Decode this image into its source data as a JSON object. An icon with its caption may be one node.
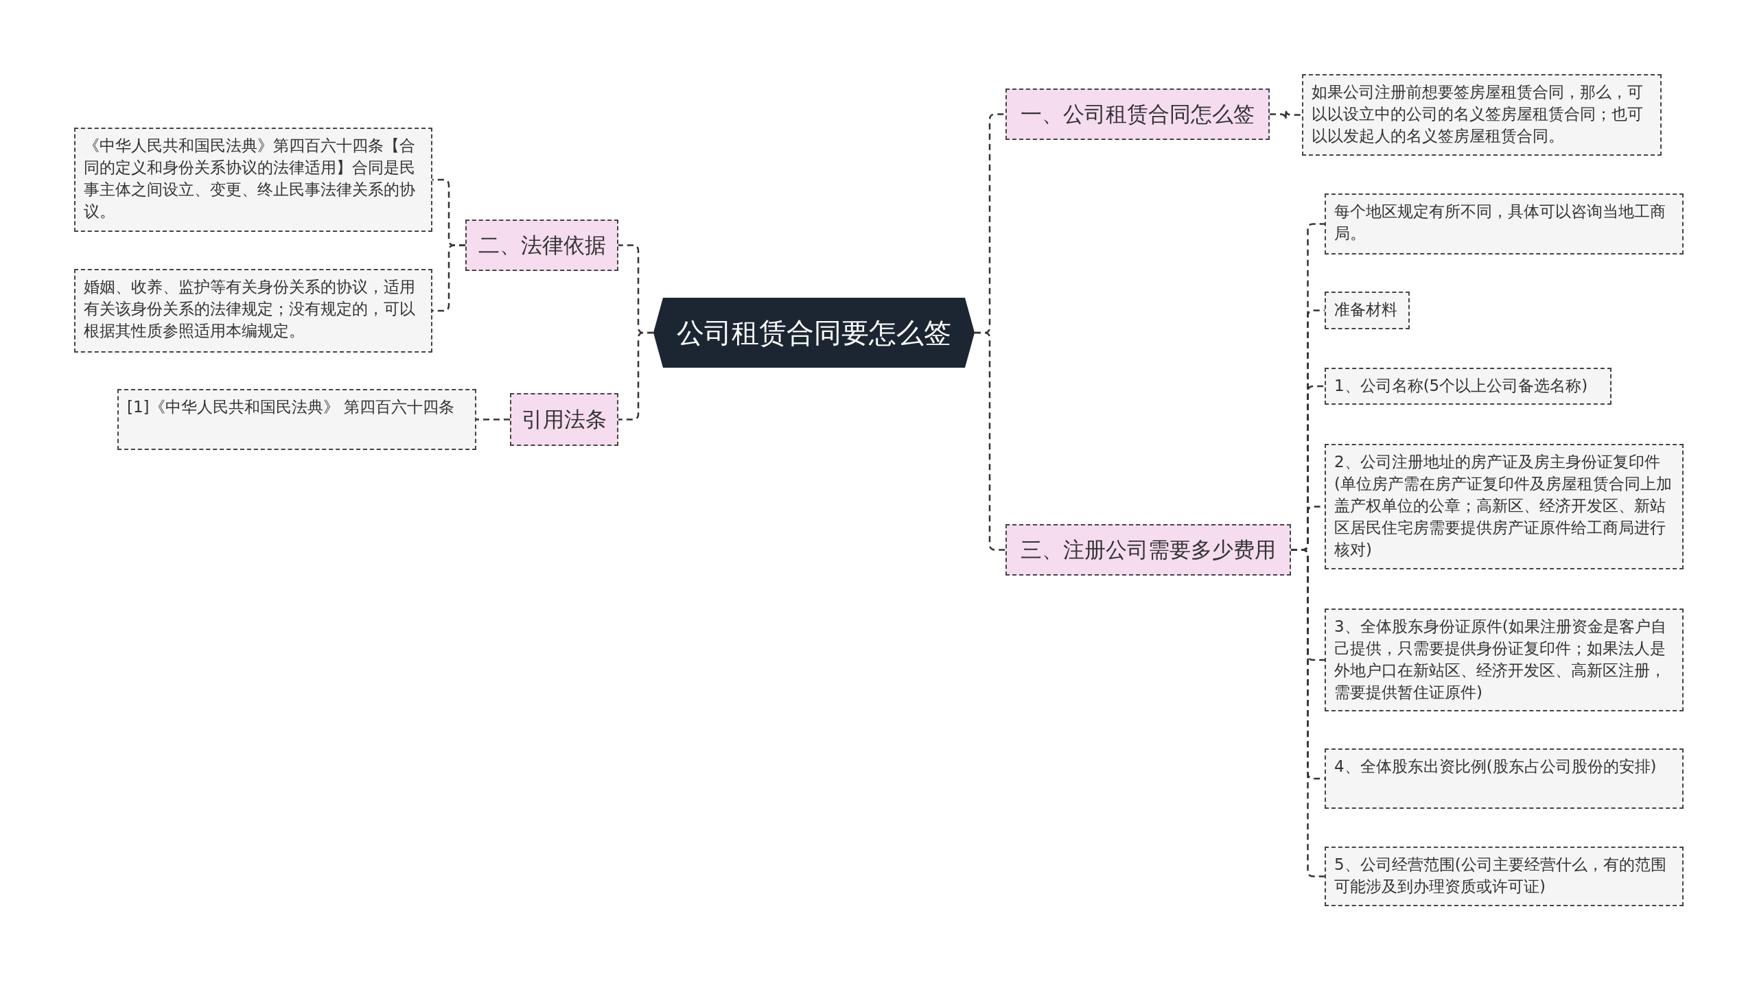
{
  "diagram": {
    "nodes": [
      {
        "text": [
          "公司租赁合同要怎么签"
        ]
      },
      {
        "text": [
          "一、公司租赁合同怎么签"
        ]
      },
      {
        "text": [
          "如果公司注册前想要签房屋租赁合同，那么，可以以设立中的公司的名义签房屋租赁合同；也可以以发起人的名义签房屋租赁合同。"
        ]
      },
      {
        "text": [
          "三、注册公司需要多少费用"
        ]
      },
      {
        "text": [
          "每个地区规定有所不同，具体可以咨询当地工商局。"
        ]
      },
      {
        "text": [
          "准备材料"
        ]
      },
      {
        "text": [
          "1、公司名称(5个以上公司备选名称)"
        ]
      },
      {
        "text": [
          "2、公司注册地址的房产证及房主身份证复印件(单位房产需在房产证复印件及房屋租赁合同上加盖产权单位的公章；高新区、经济开发区、新站区居民住宅房需要提供房产证原件给工商局进行核对)"
        ]
      },
      {
        "text": [
          "3、全体股东身份证原件(如果注册资金是客户自己提供，只需要提供身份证复印件；如果法人是外地户口在新站区、经济开发区、高新区注册，需要提供暂住证原件)"
        ]
      },
      {
        "text": [
          "4、全体股东出资比例(股东占公司股份的安排)"
        ]
      },
      {
        "text": [
          "5、公司经营范围(公司主要经营什么，有的范围可能涉及到办理资质或许可证)"
        ]
      },
      {
        "text": [
          "二、法律依据"
        ]
      },
      {
        "text": [
          "《中华人民共和国民法典》第四百六十四条【合同的定义和身份关系协议的法律适用】合同是民事主体之间设立、变更、终止民事法律关系的协议。"
        ]
      },
      {
        "text": [
          "婚姻、收养、监护等有关身份关系的协议，适用有关该身份关系的法律规定；没有规定的，可以根据其性质参照适用本编规定。"
        ]
      },
      {
        "text": [
          "引用法条"
        ]
      },
      {
        "text": [
          "[1]《中华人民共和国民法典》 第四百六十四条"
        ]
      }
    ],
    "edges": [
      {
        "from": 0,
        "to": 1,
        "arrow": "none"
      },
      {
        "from": 0,
        "to": 3,
        "arrow": "none"
      },
      {
        "from": 0,
        "to": 11,
        "arrow": "none"
      },
      {
        "from": 0,
        "to": 14,
        "arrow": "none"
      },
      {
        "from": 1,
        "to": 2,
        "arrow": "none"
      },
      {
        "from": 3,
        "to": 4,
        "arrow": "none"
      },
      {
        "from": 3,
        "to": 5,
        "arrow": "none"
      },
      {
        "from": 3,
        "to": 6,
        "arrow": "none"
      },
      {
        "from": 3,
        "to": 7,
        "arrow": "none"
      },
      {
        "from": 3,
        "to": 8,
        "arrow": "none"
      },
      {
        "from": 3,
        "to": 9,
        "arrow": "none"
      },
      {
        "from": 3,
        "to": 10,
        "arrow": "none"
      },
      {
        "from": 11,
        "to": 12,
        "arrow": "none"
      },
      {
        "from": 11,
        "to": 13,
        "arrow": "none"
      },
      {
        "from": 14,
        "to": 15,
        "arrow": "none"
      }
    ]
  }
}
